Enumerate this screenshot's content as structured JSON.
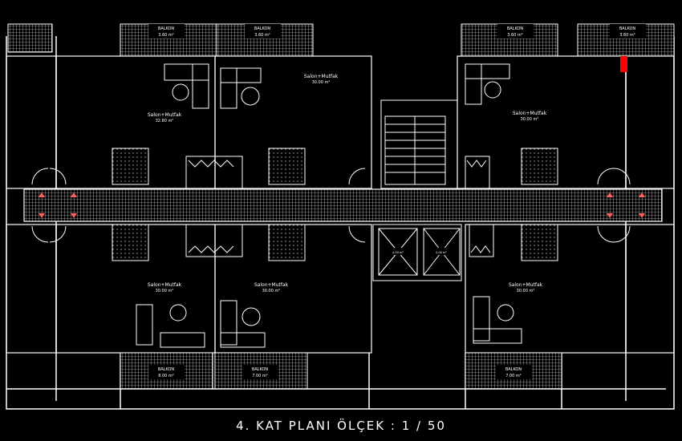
{
  "caption": "4. KAT  PLANI  ÖLÇEK : 1 / 50",
  "colors": {
    "background": "#000000",
    "walls": "#ffffff",
    "accent": "#ff0000",
    "markers": "#ff6060"
  },
  "balconies": {
    "top": [
      {
        "title": "BALKON",
        "area": "3.60 m²"
      },
      {
        "title": "BALKON",
        "area": "3.60 m²"
      },
      {
        "title": "BALKON",
        "area": "3.60 m²"
      },
      {
        "title": "BALKON",
        "area": "3.60 m²"
      }
    ],
    "bottom": [
      {
        "title": "BALKON",
        "area": "8.00 m²"
      },
      {
        "title": "BALKON",
        "area": "7.00 m²"
      },
      {
        "title": "BALKON",
        "area": "7.00 m²"
      }
    ]
  },
  "living_rooms": [
    {
      "title": "Salon+Mutfak",
      "area": "32.80 m²"
    },
    {
      "title": "Salon+Mutfak",
      "area": "30.00 m²"
    },
    {
      "title": "Salon+Mutfak",
      "area": "30.00 m²"
    },
    {
      "title": "Salon+Mutfak",
      "area": "30.00 m²"
    },
    {
      "title": "Salon+Mutfak",
      "area": "30.00 m²"
    },
    {
      "title": "Salon+Mutfak",
      "area": "30.00 m²"
    }
  ],
  "shafts": [
    {
      "area": "4.00 m²"
    },
    {
      "area": "4.00 m²"
    }
  ]
}
